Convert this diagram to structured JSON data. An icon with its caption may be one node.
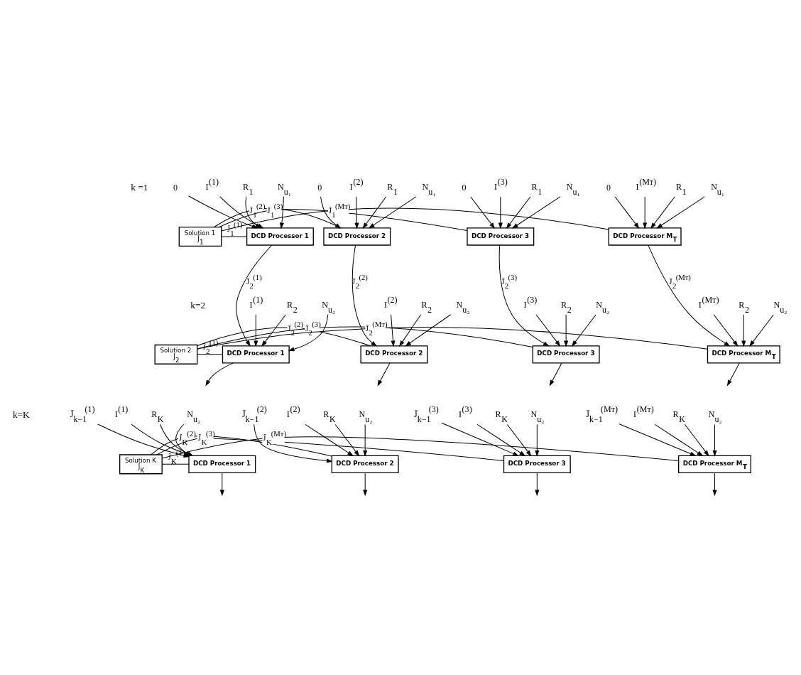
{
  "diagram": {
    "nodes": [
      {
        "text": [
          "Solution 1",
          "Ĵ$_{1}$"
        ]
      },
      {
        "text": [
          "DCD Processor 1"
        ]
      },
      {
        "text": [
          "DCD Processor 2"
        ]
      },
      {
        "text": [
          "DCD Processor 3"
        ]
      },
      {
        "text": [
          "DCD Processor M$_{T}$"
        ]
      },
      {
        "text": [
          "0"
        ]
      },
      {
        "text": [
          "I$^{(1)}$"
        ]
      },
      {
        "text": [
          "R$_{1}$"
        ]
      },
      {
        "text": [
          "N$_{u₁}$"
        ]
      },
      {
        "text": [
          "0"
        ]
      },
      {
        "text": [
          "I$^{(2)}$"
        ]
      },
      {
        "text": [
          "R$_{1}$"
        ]
      },
      {
        "text": [
          "N$_{u₁}$"
        ]
      },
      {
        "text": [
          "0"
        ]
      },
      {
        "text": [
          "I$^{(3)}$"
        ]
      },
      {
        "text": [
          "R$_{1}$"
        ]
      },
      {
        "text": [
          "N$_{u₁}$"
        ]
      },
      {
        "text": [
          "0"
        ]
      },
      {
        "text": [
          "I$^{(Mᴛ)}$"
        ]
      },
      {
        "text": [
          "R$_{1}$"
        ]
      },
      {
        "text": [
          "N$_{u₁}$"
        ]
      },
      {
        "text": [
          "Solution 2",
          "Ĵ$_{2}$"
        ]
      },
      {
        "text": [
          "DCD Processor 1"
        ]
      },
      {
        "text": [
          "DCD Processor 2"
        ]
      },
      {
        "text": [
          "DCD Processor 3"
        ]
      },
      {
        "text": [
          "DCD Processor M$_{T}$"
        ]
      },
      {
        "text": [
          "I$^{(1)}$"
        ]
      },
      {
        "text": [
          "R$_{2}$"
        ]
      },
      {
        "text": [
          "N$_{u₂}$"
        ]
      },
      {
        "text": [
          "I$^{(2)}$"
        ]
      },
      {
        "text": [
          "R$_{2}$"
        ]
      },
      {
        "text": [
          "N$_{u₂}$"
        ]
      },
      {
        "text": [
          "I$^{(3)}$"
        ]
      },
      {
        "text": [
          "R$_{2}$"
        ]
      },
      {
        "text": [
          "N$_{u₂}$"
        ]
      },
      {
        "text": [
          "I$^{(Mᴛ)}$"
        ]
      },
      {
        "text": [
          "R$_{2}$"
        ]
      },
      {
        "text": [
          "N$_{u₂}$"
        ]
      },
      {
        "text": [
          "Solution K",
          "Ĵ$_{K}$"
        ]
      },
      {
        "text": [
          "DCD Processor 1"
        ]
      },
      {
        "text": [
          "DCD Processor 2"
        ]
      },
      {
        "text": [
          "DCD Processor 3"
        ]
      },
      {
        "text": [
          "DCD Processor M$_{T}$"
        ]
      },
      {
        "text": [
          "J̄$_{k−1}$$^{(1)}$"
        ]
      },
      {
        "text": [
          "I$^{(1)}$"
        ]
      },
      {
        "text": [
          "R$_{K}$"
        ]
      },
      {
        "text": [
          "N$_{u₂}$"
        ]
      },
      {
        "text": [
          "J̄$_{k−1}$$^{(2)}$"
        ]
      },
      {
        "text": [
          "I$^{(2)}$"
        ]
      },
      {
        "text": [
          "R$_{K}$"
        ]
      },
      {
        "text": [
          "N$_{u₂}$"
        ]
      },
      {
        "text": [
          "J̄$_{k−1}$$^{(3)}$"
        ]
      },
      {
        "text": [
          "I$^{(3)}$"
        ]
      },
      {
        "text": [
          "R$_{K}$"
        ]
      },
      {
        "text": [
          "N$_{u₂}$"
        ]
      },
      {
        "text": [
          "J̄$_{k−1}$$^{(Mᴛ)}$"
        ]
      },
      {
        "text": [
          "I$^{(Mᴛ)}$"
        ]
      },
      {
        "text": [
          "R$_{K}$"
        ]
      },
      {
        "text": [
          "N$_{u₂}$"
        ]
      }
    ],
    "edges": [
      {
        "from": 5,
        "to": 1,
        "arrow": "to"
      },
      {
        "from": 6,
        "to": 1,
        "arrow": "to"
      },
      {
        "from": 7,
        "to": 1,
        "arrow": "to"
      },
      {
        "from": 8,
        "to": 1,
        "arrow": "to"
      },
      {
        "from": 9,
        "to": 2,
        "arrow": "to"
      },
      {
        "from": 10,
        "to": 2,
        "arrow": "to"
      },
      {
        "from": 11,
        "to": 2,
        "arrow": "to"
      },
      {
        "from": 12,
        "to": 2,
        "arrow": "to"
      },
      {
        "from": 13,
        "to": 3,
        "arrow": "to"
      },
      {
        "from": 14,
        "to": 3,
        "arrow": "to"
      },
      {
        "from": 15,
        "to": 3,
        "arrow": "to"
      },
      {
        "from": 16,
        "to": 3,
        "arrow": "to"
      },
      {
        "from": 17,
        "to": 4,
        "arrow": "to"
      },
      {
        "from": 18,
        "to": 4,
        "arrow": "to"
      },
      {
        "from": 19,
        "to": 4,
        "arrow": "to"
      },
      {
        "from": 20,
        "to": 4,
        "arrow": "to"
      },
      {
        "from": 0,
        "to": 1,
        "arrow": "none",
        "label": "Ĵ$_{1}$$^{(1)}$"
      },
      {
        "from": 0,
        "to": 2,
        "arrow": "none",
        "label": "Ĵ$_{1}$$^{(2)}$"
      },
      {
        "from": 0,
        "to": 3,
        "arrow": "none",
        "label": "Ĵ$_{1}$$^{(3)}$"
      },
      {
        "from": 0,
        "to": 4,
        "arrow": "none",
        "label": "Ĵ$_{1}$$^{(Mᴛ)}$"
      },
      {
        "from": 1,
        "to": 22,
        "arrow": "to",
        "label": "J̄$_{2}$$^{(1)}$"
      },
      {
        "from": 2,
        "to": 23,
        "arrow": "to",
        "label": "J̄$_{2}$$^{(2)}$"
      },
      {
        "from": 3,
        "to": 24,
        "arrow": "to",
        "label": "J̄$_{2}$$^{(3)}$"
      },
      {
        "from": 4,
        "to": 25,
        "arrow": "to",
        "label": "J̄$_{2}$$^{(Mᴛ)}$"
      },
      {
        "from": 26,
        "to": 22,
        "arrow": "to"
      },
      {
        "from": 27,
        "to": 22,
        "arrow": "to"
      },
      {
        "from": 28,
        "to": 22,
        "arrow": "to"
      },
      {
        "from": 29,
        "to": 23,
        "arrow": "to"
      },
      {
        "from": 30,
        "to": 23,
        "arrow": "to"
      },
      {
        "from": 31,
        "to": 23,
        "arrow": "to"
      },
      {
        "from": 32,
        "to": 24,
        "arrow": "to"
      },
      {
        "from": 33,
        "to": 24,
        "arrow": "to"
      },
      {
        "from": 34,
        "to": 24,
        "arrow": "to"
      },
      {
        "from": 35,
        "to": 25,
        "arrow": "to"
      },
      {
        "from": 36,
        "to": 25,
        "arrow": "to"
      },
      {
        "from": 37,
        "to": 25,
        "arrow": "to"
      },
      {
        "from": 21,
        "to": 22,
        "arrow": "none",
        "label": "Ĵ$_{2}$$^{(1)}$"
      },
      {
        "from": 21,
        "to": 23,
        "arrow": "none",
        "label": "Ĵ$_{2}$$^{(2)}$"
      },
      {
        "from": 21,
        "to": 24,
        "arrow": "none",
        "label": "Ĵ$_{2}$$^{(3)}$"
      },
      {
        "from": 21,
        "to": 25,
        "arrow": "none",
        "label": "Ĵ$_{2}$$^{(Mᴛ)}$"
      },
      {
        "from": 22,
        "to": null,
        "arrow": "to"
      },
      {
        "from": 23,
        "to": null,
        "arrow": "to"
      },
      {
        "from": 24,
        "to": null,
        "arrow": "to"
      },
      {
        "from": 25,
        "to": null,
        "arrow": "to"
      },
      {
        "from": 43,
        "to": 39,
        "arrow": "to"
      },
      {
        "from": 44,
        "to": 39,
        "arrow": "to"
      },
      {
        "from": 45,
        "to": 39,
        "arrow": "to"
      },
      {
        "from": 46,
        "to": 39,
        "arrow": "to"
      },
      {
        "from": 47,
        "to": 40,
        "arrow": "to"
      },
      {
        "from": 48,
        "to": 40,
        "arrow": "to"
      },
      {
        "from": 49,
        "to": 40,
        "arrow": "to"
      },
      {
        "from": 50,
        "to": 40,
        "arrow": "to"
      },
      {
        "from": 51,
        "to": 41,
        "arrow": "to"
      },
      {
        "from": 52,
        "to": 41,
        "arrow": "to"
      },
      {
        "from": 53,
        "to": 41,
        "arrow": "to"
      },
      {
        "from": 54,
        "to": 41,
        "arrow": "to"
      },
      {
        "from": 55,
        "to": 42,
        "arrow": "to"
      },
      {
        "from": 56,
        "to": 42,
        "arrow": "to"
      },
      {
        "from": 57,
        "to": 42,
        "arrow": "to"
      },
      {
        "from": 58,
        "to": 42,
        "arrow": "to"
      },
      {
        "from": 38,
        "to": 39,
        "arrow": "none",
        "label": "Ĵ$_{K}$$^{(1)}$"
      },
      {
        "from": 38,
        "to": 40,
        "arrow": "none",
        "label": "Ĵ$_{K}$$^{(2)}$"
      },
      {
        "from": 38,
        "to": 41,
        "arrow": "none",
        "label": "Ĵ$_{K}$$^{(3)}$"
      },
      {
        "from": 38,
        "to": 42,
        "arrow": "none",
        "label": "Ĵ$_{K}$$^{(Mᴛ)}$"
      },
      {
        "from": 39,
        "to": null,
        "arrow": "to"
      },
      {
        "from": 40,
        "to": null,
        "arrow": "to"
      },
      {
        "from": 41,
        "to": null,
        "arrow": "to"
      },
      {
        "from": 42,
        "to": null,
        "arrow": "to"
      }
    ],
    "labels": [
      "k =1",
      "k=2",
      "k=K"
    ]
  }
}
